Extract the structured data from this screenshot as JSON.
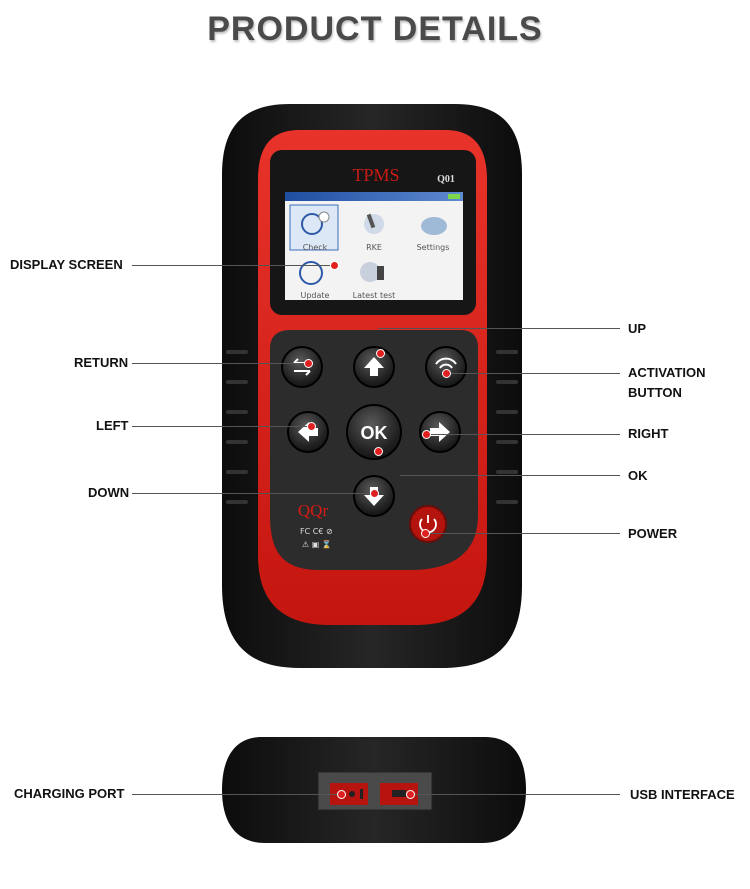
{
  "page_title": "PRODUCT DETAILS",
  "device": {
    "brand_label": "TPMS",
    "model_label": "Q01",
    "logo_text": "QQr",
    "ok_button_label": "OK",
    "screen_menu": [
      "Check",
      "RKE",
      "Settings",
      "Update",
      "Latest test"
    ],
    "body_color": "#1a1a1a",
    "accent_color": "#d81e1e"
  },
  "callouts": {
    "display_screen": "DISPLAY SCREEN",
    "return": "RETURN",
    "left": "LEFT",
    "down": "DOWN",
    "up": "UP",
    "activation": "ACTIVATION BUTTON",
    "right": "RIGHT",
    "ok": "OK",
    "power": "POWER",
    "charging_port": "CHARGING PORT",
    "usb_interface": "USB INTERFACE"
  },
  "icons": [
    "up-arrow-icon",
    "down-arrow-icon",
    "left-arrow-icon",
    "right-arrow-icon",
    "return-icon",
    "wireless-icon",
    "power-icon",
    "usb-icon",
    "charging-icon"
  ]
}
